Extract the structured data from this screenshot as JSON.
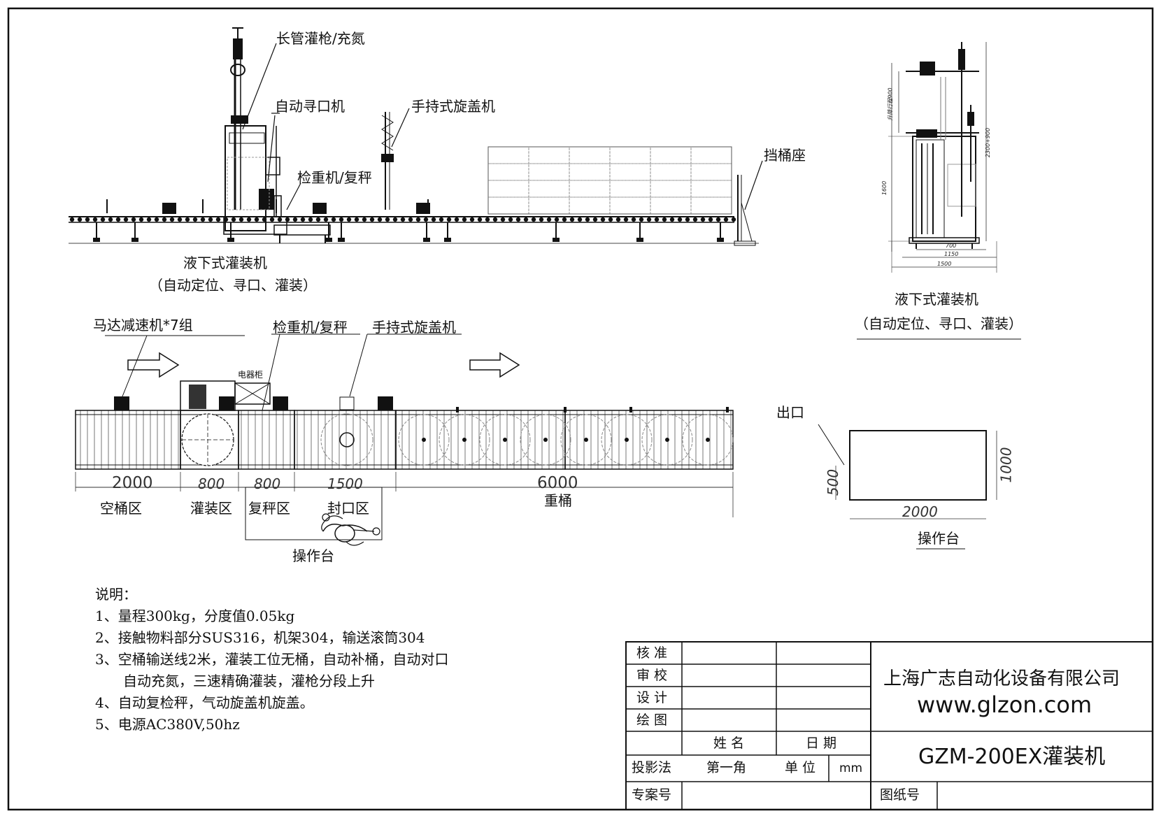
{
  "labels": {
    "long_gun": "长管灌枪/充氮",
    "auto_finder": "自动寻口机",
    "hand_capper_top": "手持式旋盖机",
    "checkweigher_top": "检重机/复秤",
    "stopper": "挡桶座",
    "submerged_left_1": "液下式灌装机",
    "submerged_left_2": "（自动定位、寻口、灌装）",
    "submerged_right_1": "液下式灌装机",
    "submerged_right_2": "（自动定位、寻口、灌装）",
    "motor": "马达减速机*7组",
    "checkweigher_plan": "检重机/复秤",
    "hand_capper_plan": "手持式旋盖机",
    "cabinet": "电器柜",
    "outlet": "出口",
    "operator_desk_plan": "操作台",
    "operator_desk_right": "操作台"
  },
  "dims": {
    "d2000": "2000",
    "d800a": "800",
    "d800b": "800",
    "d1500": "1500",
    "d6000": "6000",
    "desk_500": "500",
    "desk_1000": "1000",
    "desk_2000": "2000",
    "side_700": "700",
    "side_1150": "1150",
    "side_1500": "1500",
    "side_1600": "1600",
    "side_lift": "升降行程900",
    "side_2300": "2300+900"
  },
  "zones": {
    "empty": "空桶区",
    "filling": "灌装区",
    "reweigh": "复秤区",
    "capping": "封口区",
    "heavy": "重桶"
  },
  "notes": {
    "title": "说明：",
    "n1": "1、量程300kg，分度值0.05kg",
    "n2": "2、接触物料部分SUS316，机架304，输送滚筒304",
    "n3a": "3、空桶输送线2米，灌装工位无桶，自动补桶，自动对口",
    "n3b": "自动充氮，三速精确灌装，灌枪分段上升",
    "n4": "4、自动复检秤，气动旋盖机旋盖。",
    "n5": "5、电源AC380V,50hz"
  },
  "title_block": {
    "approve": "核 准",
    "review": "审 校",
    "design": "设 计",
    "draw": "绘 图",
    "name": "姓 名",
    "date": "日 期",
    "projection": "投影法",
    "projection_value": "第一角",
    "unit": "单 位",
    "unit_value": "mm",
    "case_no": "专案号",
    "drawing_no": "图纸号",
    "company": "上海广志自动化设备有限公司",
    "website": "www.glzon.com",
    "model": "GZM-200EX灌装机"
  }
}
